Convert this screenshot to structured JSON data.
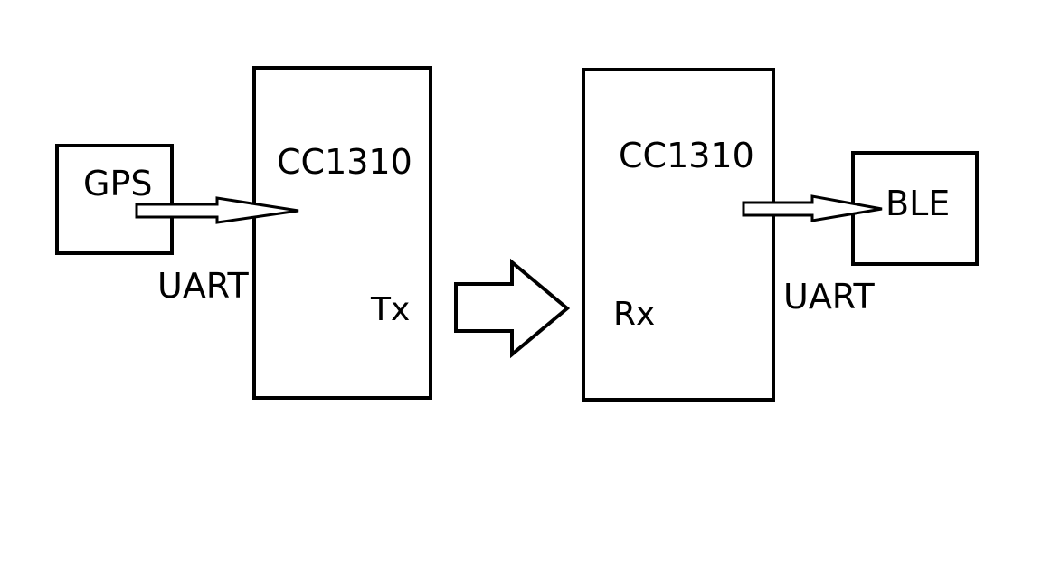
{
  "diagram": {
    "gps": {
      "label": "GPS"
    },
    "tx_module": {
      "name": "CC1310",
      "role": "Tx"
    },
    "rx_module": {
      "name": "CC1310",
      "role": "Rx"
    },
    "ble": {
      "label": "BLE"
    },
    "link_left": {
      "label": "UART"
    },
    "link_right": {
      "label": "UART"
    },
    "colors": {
      "stroke": "#000000",
      "background": "#ffffff"
    }
  }
}
